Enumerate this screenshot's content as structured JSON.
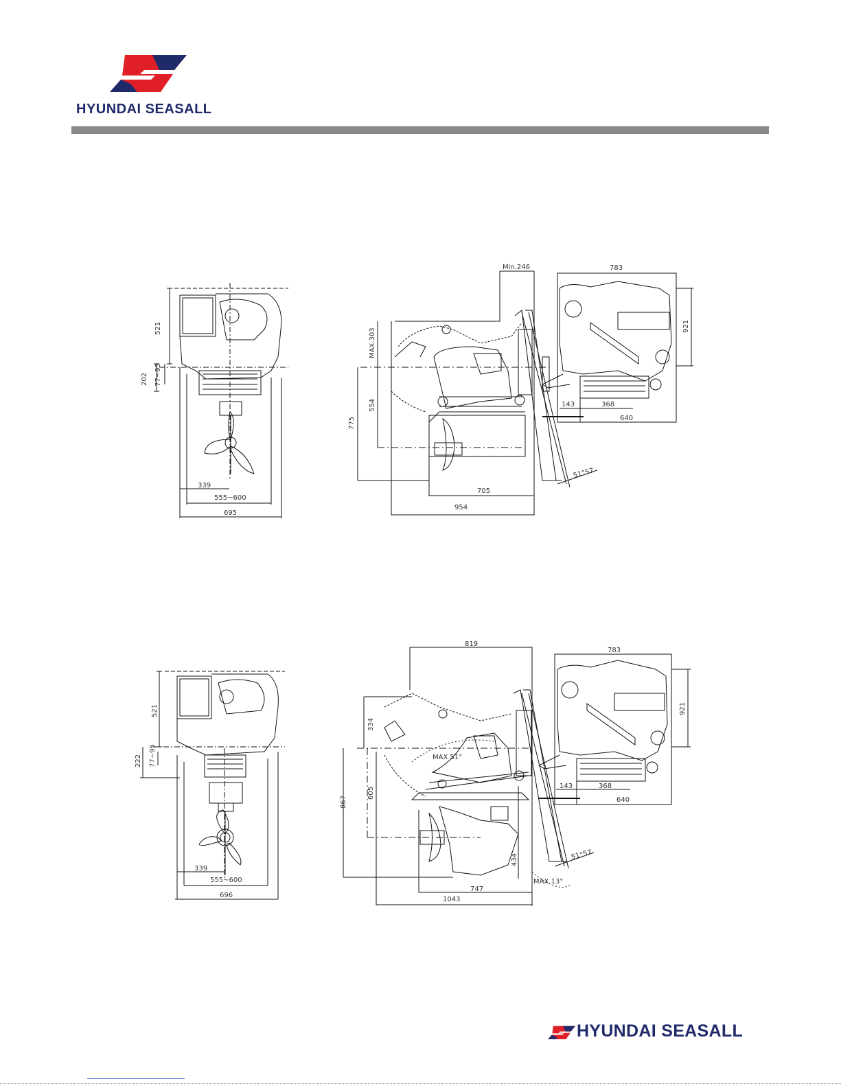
{
  "header": {
    "brand": "HYUNDAI SEASALL",
    "logo_icon": "seasall-s-logo-icon"
  },
  "footer": {
    "brand": "HYUNDAI SEASALL",
    "logo_icon": "seasall-s-logo-icon"
  },
  "colors": {
    "brand_red": "#e01f26",
    "brand_navy": "#1f2a6b",
    "rule_gray": "#8a8a8a"
  },
  "drawing_1": {
    "front_view": {
      "dims": [
        "521",
        "202",
        "77~95",
        "339",
        "555~600",
        "695"
      ]
    },
    "side_view": {
      "dims": [
        "Min.246",
        "MAX.303",
        "554",
        "775",
        "705",
        "954",
        "783",
        "921",
        "143",
        "368",
        "640",
        "51°57"
      ]
    }
  },
  "drawing_2": {
    "front_view": {
      "dims": [
        "521",
        "222",
        "77~95",
        "339",
        "555~600",
        "696"
      ]
    },
    "side_view": {
      "dims": [
        "819",
        "334",
        "605",
        "867",
        "434",
        "747",
        "1043",
        "MAX 51°",
        "MAX 13°",
        "783",
        "921",
        "143",
        "368",
        "640",
        "51°57"
      ]
    }
  }
}
